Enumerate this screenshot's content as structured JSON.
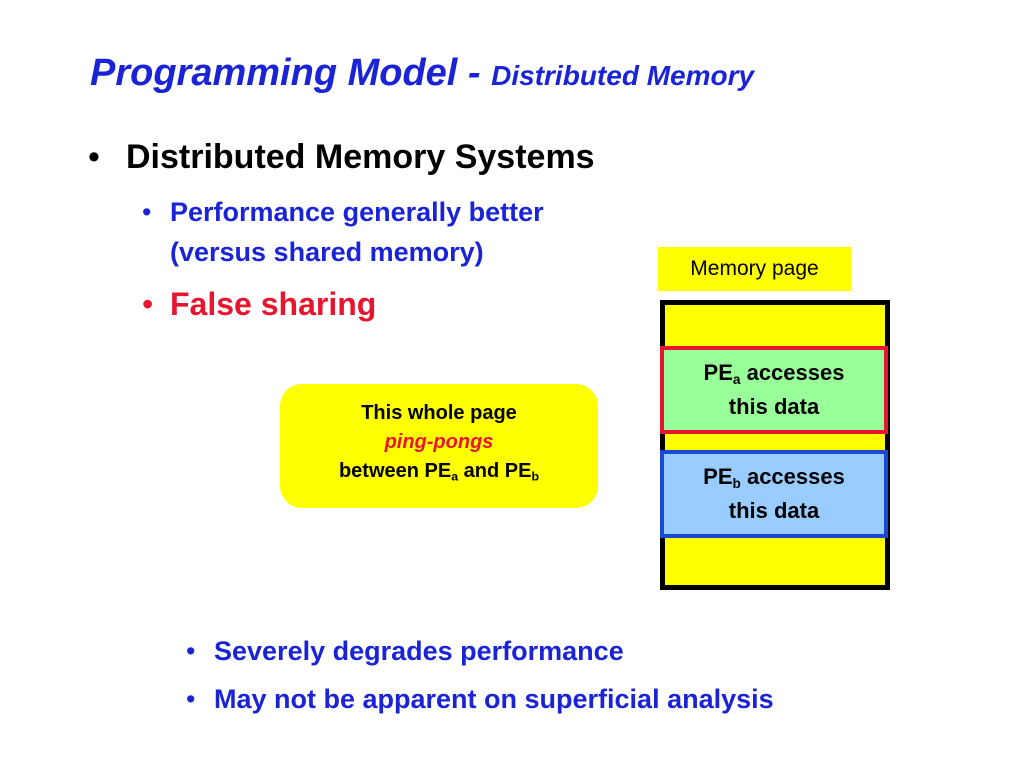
{
  "title": {
    "main": "Programming Model - ",
    "sub": "Distributed Memory"
  },
  "bullets": {
    "level1": "Distributed Memory Systems",
    "perf_line1": "Performance generally better",
    "perf_line2": "(versus shared memory)",
    "false_sharing": "False sharing",
    "degrades": "Severely degrades performance",
    "apparent": "May not be apparent on superficial analysis"
  },
  "bullet_glyph": "•",
  "callout": {
    "line1": "This whole page",
    "line2": "ping-pongs",
    "line3_prefix": "between PE",
    "sub_a": "a",
    "line3_mid": " and PE",
    "sub_b": "b"
  },
  "memory": {
    "label": "Memory page",
    "region_a": {
      "pe": "PE",
      "sub": "a",
      "text1": " accesses",
      "text2": "this data"
    },
    "region_b": {
      "pe": "PE",
      "sub": "b",
      "text1": " accesses",
      "text2": "this data"
    }
  },
  "colors": {
    "title_blue": "#1a24d6",
    "alert_red": "#e8152e",
    "highlight_yellow": "#ffff00",
    "region_a_green": "#99ff99",
    "region_b_blue": "#99ccff"
  }
}
